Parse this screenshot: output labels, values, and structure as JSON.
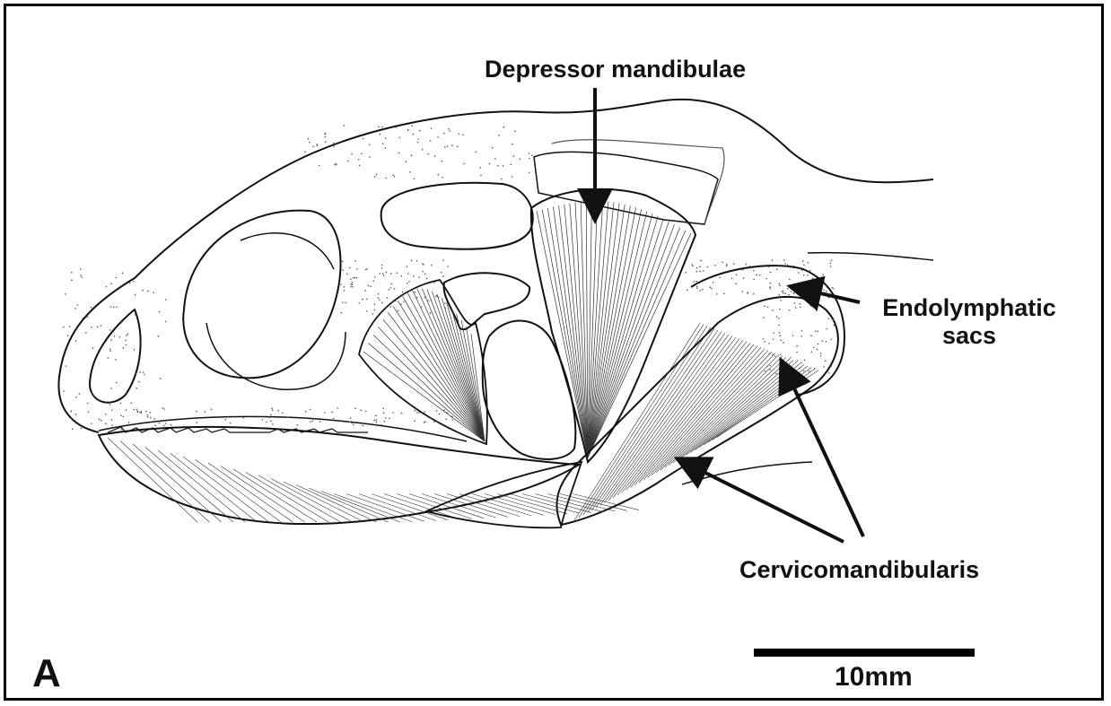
{
  "figure": {
    "panel_letter": "A",
    "labels": {
      "depressor": "Depressor mandibulae",
      "endolymphatic_line1": "Endolymphatic",
      "endolymphatic_line2": "sacs",
      "cervicomandibularis": "Cervicomandibularis"
    },
    "scale_bar": {
      "label": "10mm"
    }
  },
  "colors": {
    "ink": "#111111",
    "background": "#ffffff",
    "stipple": "#555555"
  }
}
